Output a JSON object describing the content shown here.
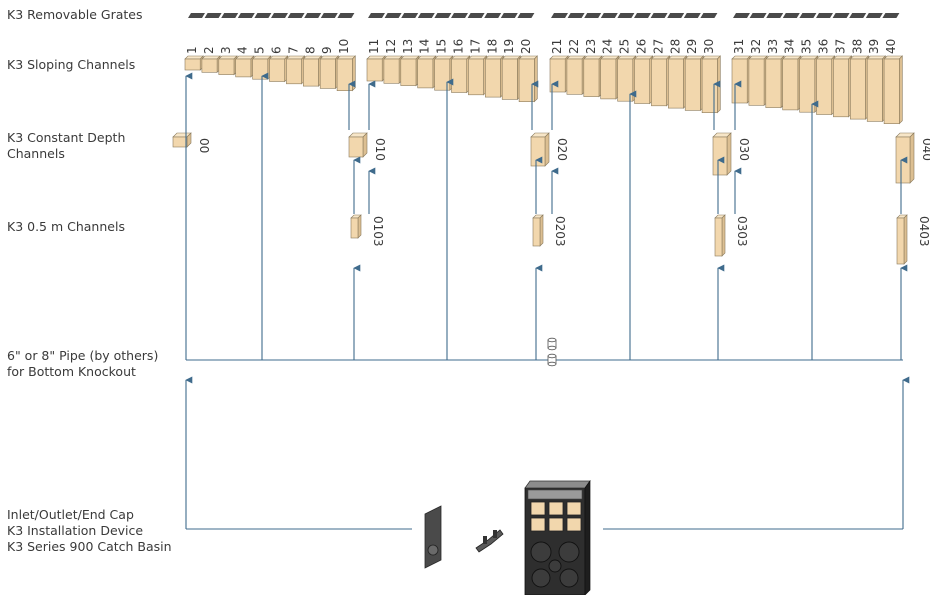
{
  "labels": {
    "grates": "K3 Removable Grates",
    "sloping": "K3 Sloping Channels",
    "constant_1": "K3 Constant Depth",
    "constant_2": "Channels",
    "half_m": "K3 0.5 m Channels",
    "pipe_1": "6\" or 8\" Pipe (by others)",
    "pipe_2": "for Bottom Knockout",
    "inlet": "Inlet/Outlet/End Cap",
    "install": "K3 Installation Device",
    "basin": "K3 Series 900 Catch Basin"
  },
  "sloping_channels": [
    "1",
    "2",
    "3",
    "4",
    "5",
    "6",
    "7",
    "8",
    "9",
    "10",
    "11",
    "12",
    "13",
    "14",
    "15",
    "16",
    "17",
    "18",
    "19",
    "20",
    "21",
    "22",
    "23",
    "24",
    "25",
    "26",
    "27",
    "28",
    "29",
    "30",
    "31",
    "32",
    "33",
    "34",
    "35",
    "36",
    "37",
    "38",
    "39",
    "40"
  ],
  "constant_channels": [
    "00",
    "010",
    "020",
    "030",
    "040"
  ],
  "half_m_channels": [
    "0103",
    "0203",
    "0303",
    "0403"
  ],
  "colors": {
    "channel_face": "#f2d7ad",
    "channel_side": "#dcbf92",
    "channel_stroke": "#8a7a5c",
    "line": "#3f6b8c",
    "grate": "#4a4a4a",
    "text": "#3a3a3a"
  }
}
